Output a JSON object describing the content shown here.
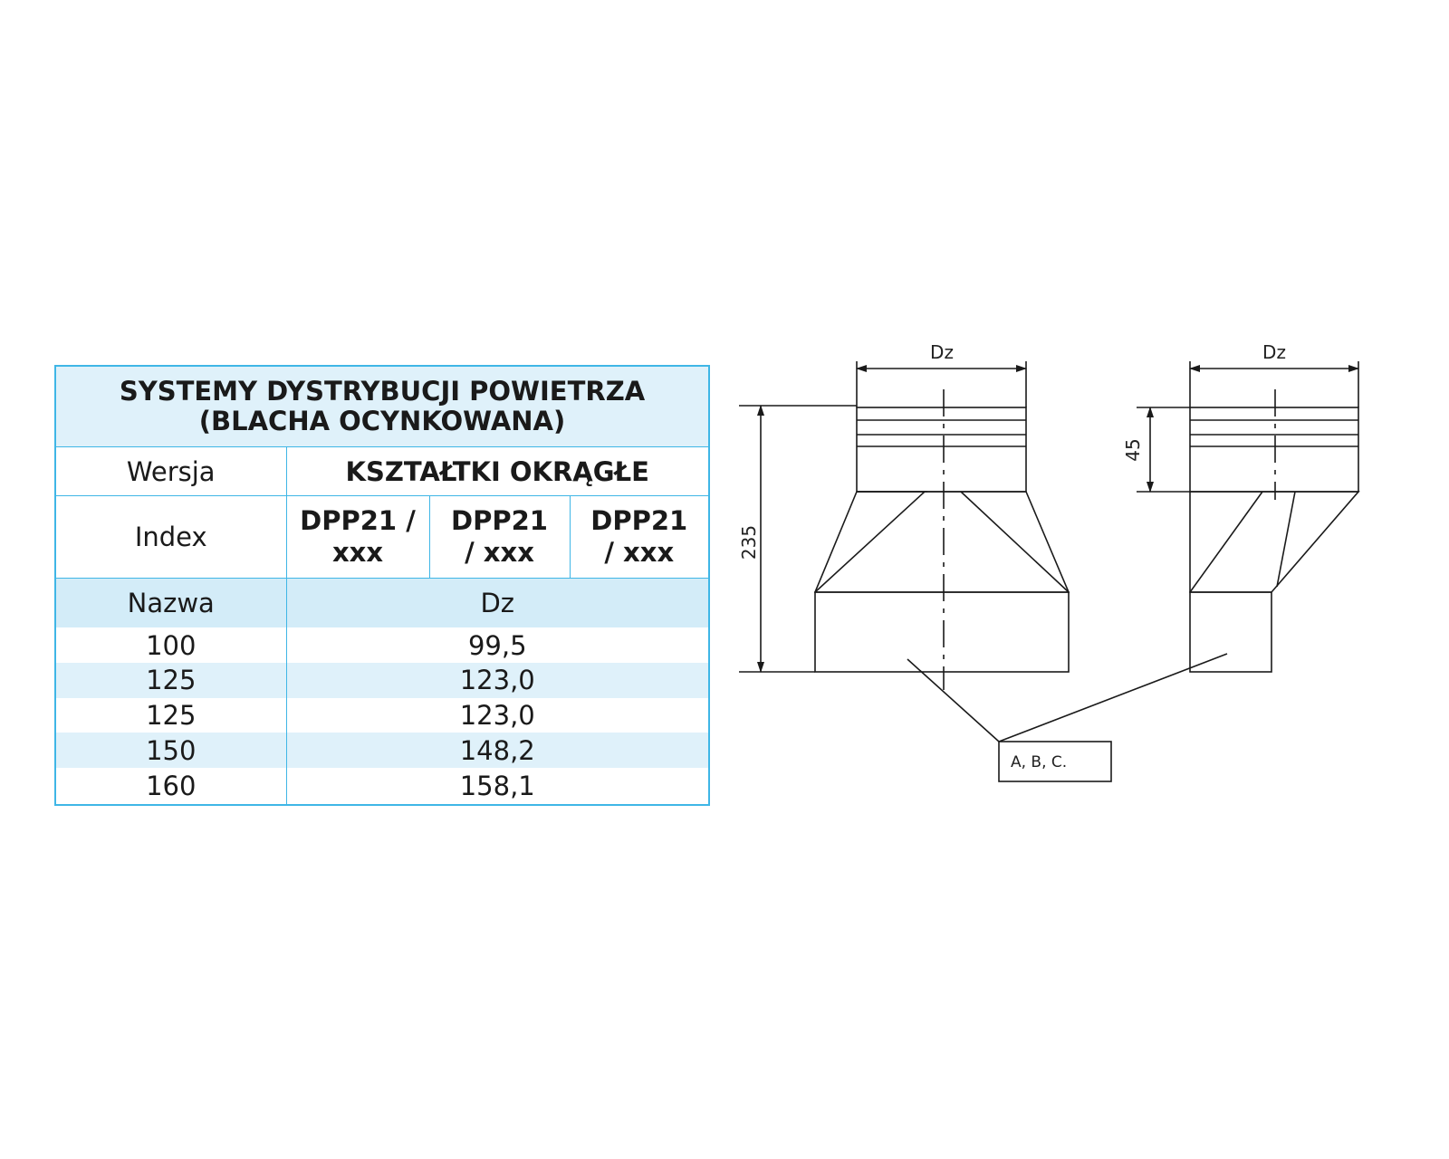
{
  "table": {
    "title_line1": "SYSTEMY DYSTRYBUCJI POWIETRZA",
    "title_line2": "(BLACHA OCYNKOWANA)",
    "wersja_label": "Wersja",
    "wersja_value": "KSZTAŁTKI OKRĄGŁE",
    "index_label": "Index",
    "index_codes": [
      {
        "line1": "DPP21  /",
        "line2": "xxx"
      },
      {
        "line1": "DPP21",
        "line2": "/ xxx"
      },
      {
        "line1": "DPP21",
        "line2": "/ xxx"
      }
    ],
    "nazwa_label": "Nazwa",
    "dz_label": "Dz",
    "rows": [
      {
        "nazwa": "100",
        "dz": "99,5"
      },
      {
        "nazwa": "125",
        "dz": "123,0"
      },
      {
        "nazwa": "125",
        "dz": "123,0"
      },
      {
        "nazwa": "150",
        "dz": "148,2"
      },
      {
        "nazwa": "160",
        "dz": "158,1"
      }
    ]
  },
  "drawing": {
    "left_dz_label": "Dz",
    "right_dz_label": "Dz",
    "height_label": "235",
    "collar_label": "45",
    "note_label": "A, B, C.",
    "line_color": "#1a1a1a",
    "accent_border_color": "#3fb6e6"
  }
}
